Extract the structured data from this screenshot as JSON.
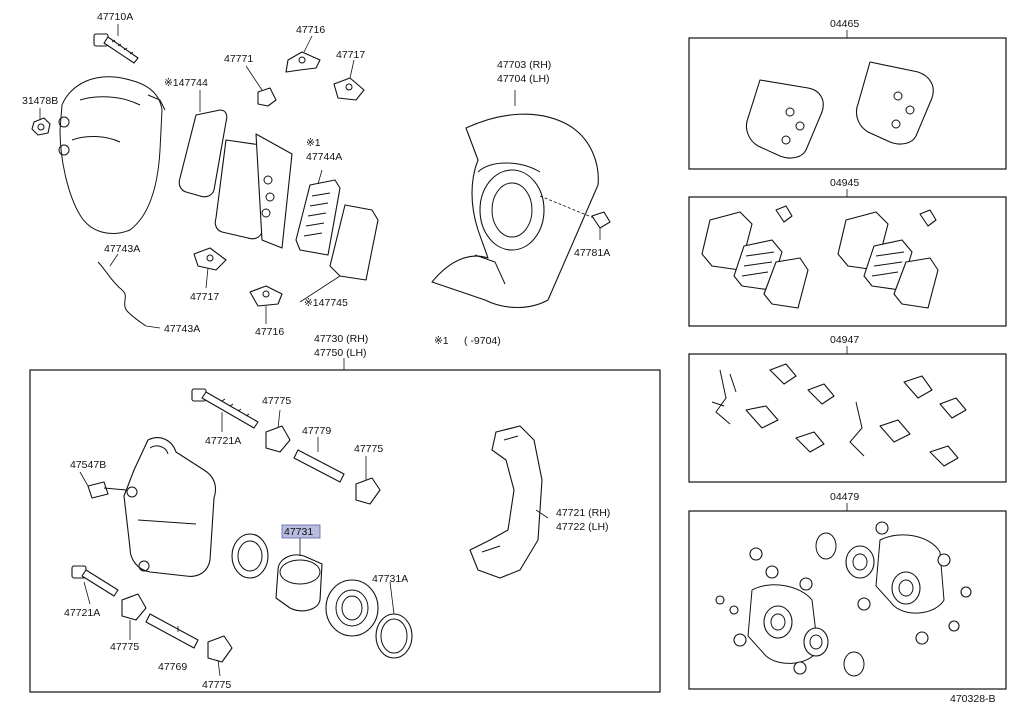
{
  "diagram_id": "470328-B",
  "footnote_mark": "※1",
  "footnote_range": "(      -9704)",
  "labels": {
    "l47710A": "47710A",
    "l31478B": "31478B",
    "l47771": "47771",
    "l47716a": "47716",
    "l47717a": "47717",
    "l47744": "※147744",
    "l47744A_1": "※1",
    "l47744A_2": "47744A",
    "l47703": "47703 (RH)",
    "l47704": "47704 (LH)",
    "l47781A": "47781A",
    "l47743A_a": "47743A",
    "l47743A_b": "47743A",
    "l47717b": "47717",
    "l47716b": "47716",
    "l47745": "※147745",
    "l47730": "47730 (RH)",
    "l47750": "47750 (LH)",
    "l47721A_a": "47721A",
    "l47775_a": "47775",
    "l47779": "47779",
    "l47775_b": "47775",
    "l47547B": "47547B",
    "l47731": "47731",
    "l47721": "47721 (RH)",
    "l47722": "47722 (LH)",
    "l47731A": "47731A",
    "l47721A_b": "47721A",
    "l47775_c": "47775",
    "l47769": "47769",
    "l47775_d": "47775",
    "k04465": "04465",
    "k04945": "04945",
    "k04947": "04947",
    "k04479": "04479"
  },
  "highlighted_part": "47731"
}
